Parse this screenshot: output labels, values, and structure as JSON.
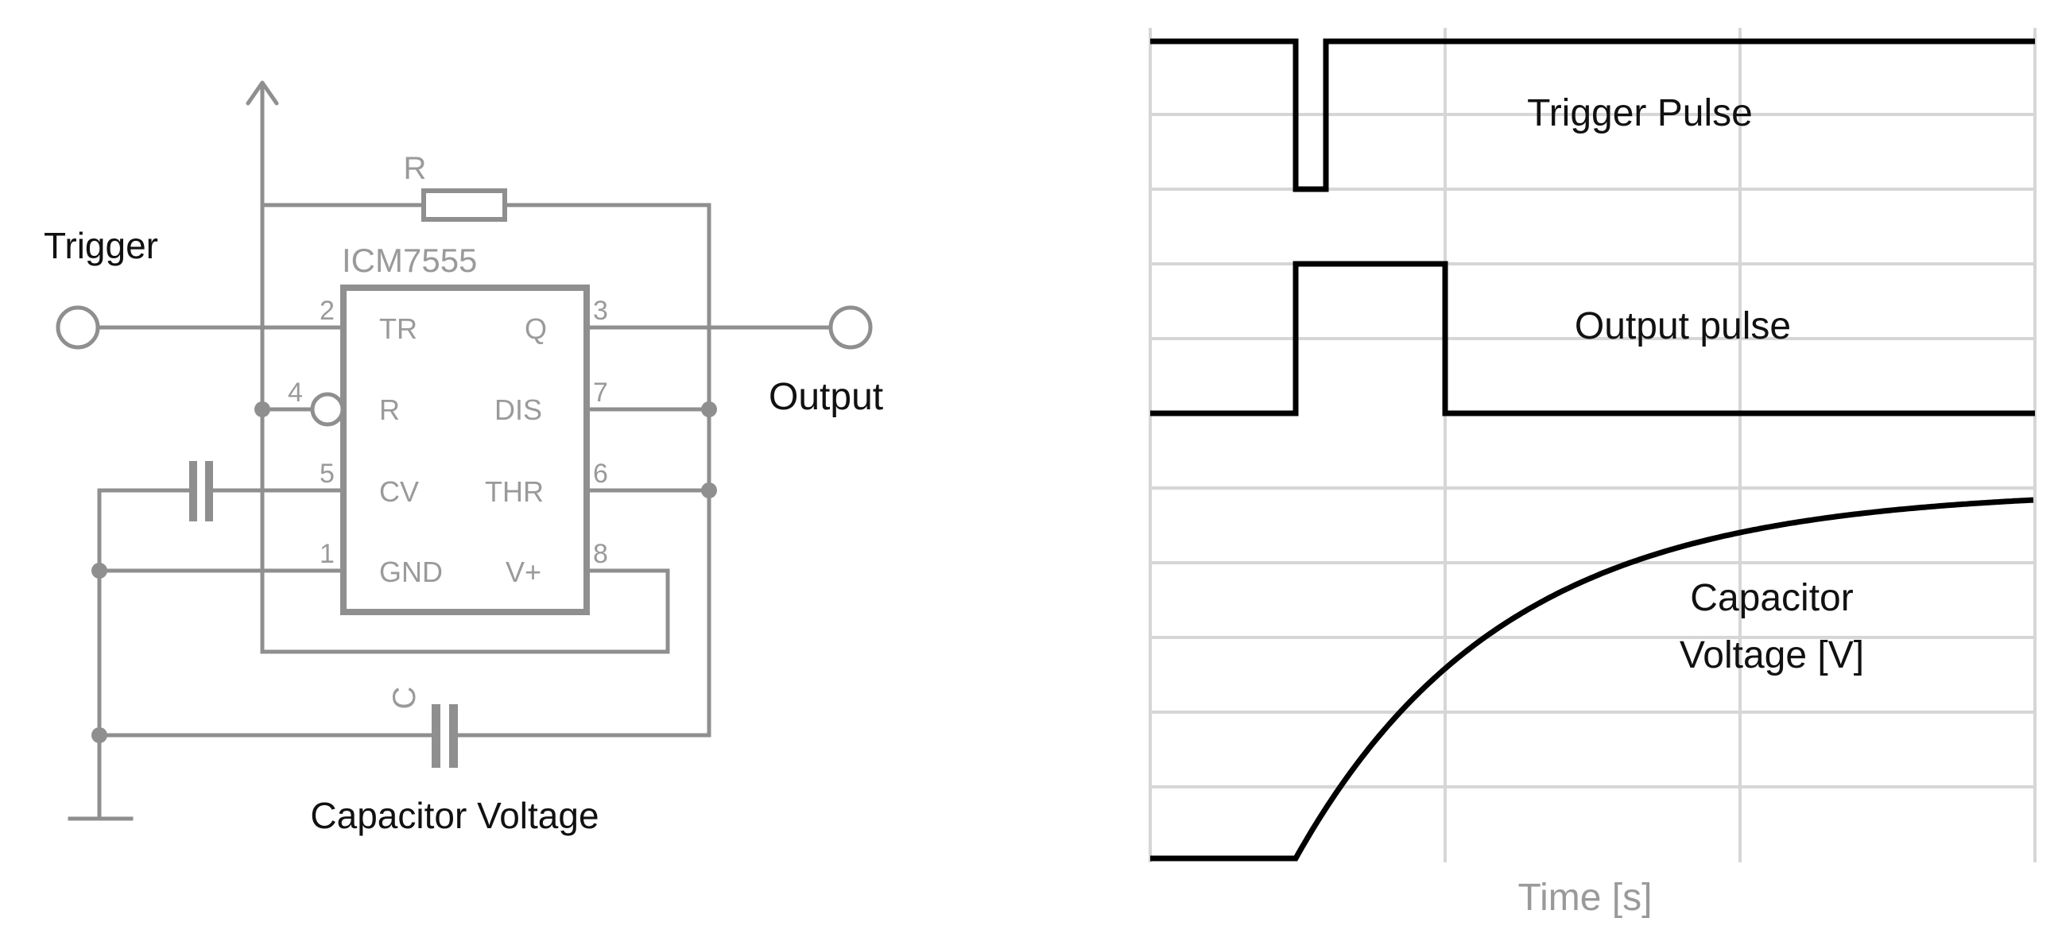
{
  "circuit": {
    "ic_name": "ICM7555",
    "resistor_label": "R",
    "capacitor_label": "C",
    "trigger_label": "Trigger",
    "output_label": "Output",
    "capacitor_voltage_label": "Capacitor Voltage",
    "pins": {
      "tr": {
        "num": "2",
        "name": "TR"
      },
      "r": {
        "num": "4",
        "name": "R"
      },
      "cv": {
        "num": "5",
        "name": "CV"
      },
      "gnd": {
        "num": "1",
        "name": "GND"
      },
      "q": {
        "num": "3",
        "name": "Q"
      },
      "dis": {
        "num": "7",
        "name": "DIS"
      },
      "thr": {
        "num": "6",
        "name": "THR"
      },
      "vplus": {
        "num": "8",
        "name": "V+"
      }
    }
  },
  "timing": {
    "trigger_label": "Trigger Pulse",
    "output_label": "Output pulse",
    "capacitor_label_line1": "Capacitor",
    "capacitor_label_line2": "Voltage [V]",
    "x_axis_label": "Time [s]"
  },
  "colors": {
    "schematic": "#8f8f8f",
    "trace": "#000000",
    "grid": "#d6d6d6"
  }
}
